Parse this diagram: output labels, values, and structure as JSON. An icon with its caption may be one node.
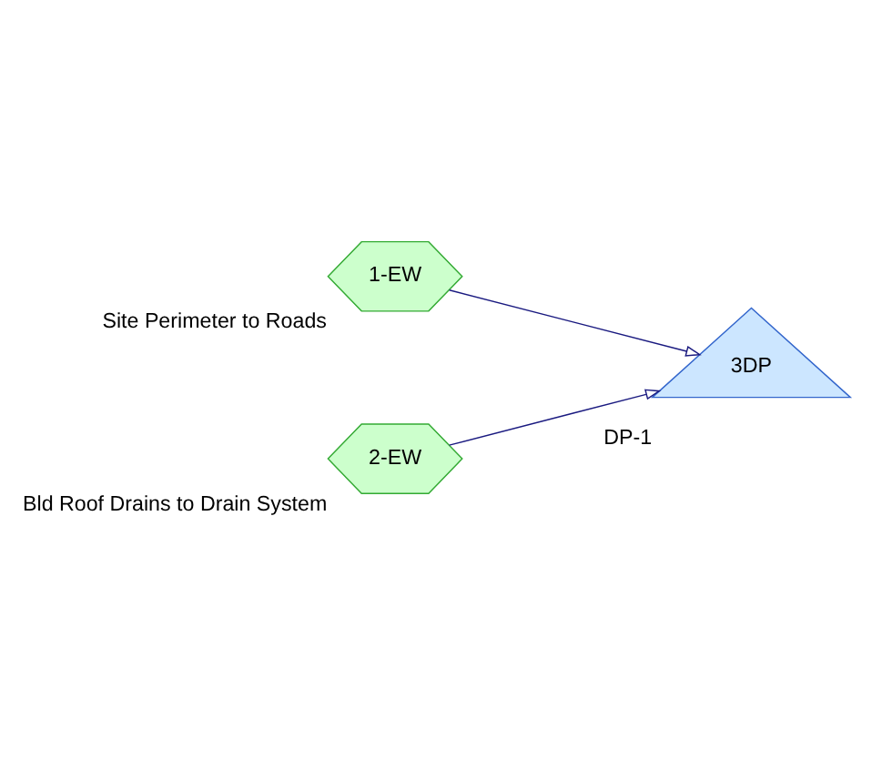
{
  "diagram": {
    "nodes": [
      {
        "text": [
          "1-EW"
        ],
        "beside": [
          "Site Perimeter to Roads"
        ]
      },
      {
        "text": [
          "2-EW"
        ],
        "beside": [
          "Bld Roof Drains to Drain System"
        ]
      },
      {
        "text": [
          "3DP"
        ],
        "beside": [
          "DP-1"
        ]
      }
    ],
    "edges": [
      {
        "from": 0,
        "to": 2,
        "arrow": "to"
      },
      {
        "from": 1,
        "to": 2,
        "arrow": "to"
      }
    ]
  }
}
